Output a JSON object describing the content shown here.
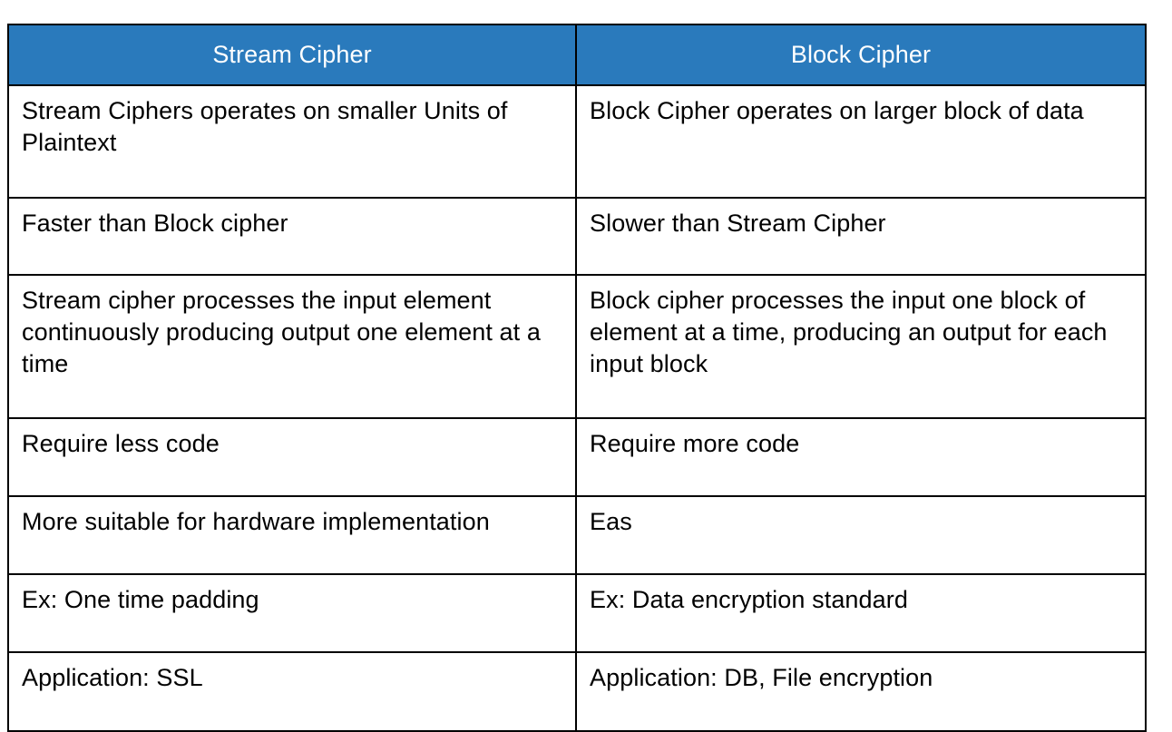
{
  "table": {
    "title": "Stream Cipher vs Block Cipher comparison",
    "header_background": "#2a7abc",
    "header_text_color": "#ffffff",
    "border_color": "#000000",
    "columns": [
      {
        "key": "stream",
        "label": "Stream Cipher"
      },
      {
        "key": "block",
        "label": "Block Cipher"
      }
    ],
    "rows": [
      {
        "stream": "Stream Ciphers operates on smaller Units of Plaintext",
        "block": "Block Cipher operates on larger block of data"
      },
      {
        "stream": "Faster than Block cipher",
        "block": "Slower than Stream Cipher"
      },
      {
        "stream": "Stream cipher processes the input element continuously producing output one element at a time",
        "block": "Block cipher processes the input one block of element at a time, producing an output for each input block"
      },
      {
        "stream": "Require less code",
        "block": "Require more code"
      },
      {
        "stream": "More suitable for hardware implementation",
        "block": "Eas"
      },
      {
        "stream": "Ex: One time padding",
        "block": "Ex: Data encryption standard"
      },
      {
        "stream": "Application: SSL",
        "block": "Application: DB, File encryption"
      }
    ]
  }
}
